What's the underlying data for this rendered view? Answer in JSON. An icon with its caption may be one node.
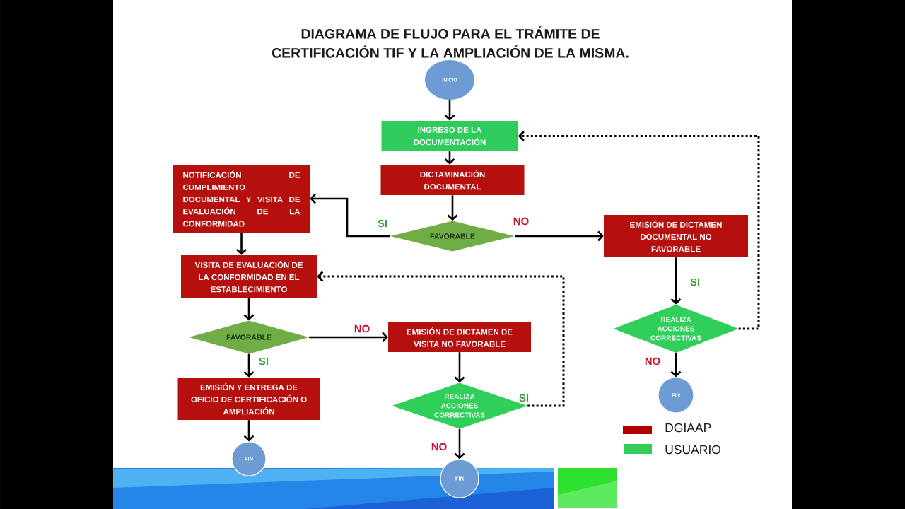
{
  "diagram": {
    "title": "DIAGRAMA DE FLUJO PARA EL TRÁMITE DE CERTIFICACIÓN TIF Y LA AMPLIACIÓN DE LA MISMA.",
    "nodes": [
      {
        "text": [
          "INICIO"
        ]
      },
      {
        "text": [
          "INGRESO DE LA DOCUMENTACIÓN"
        ]
      },
      {
        "text": [
          "DICTAMINACIÓN DOCUMENTAL"
        ]
      },
      {
        "text": [
          "FAVORABLE"
        ]
      },
      {
        "text": [
          "NOTIFICACIÓN DE CUMPLIMIENTO DOCUMENTAL Y VISITA DE EVALUACIÓN DE LA CONFORMIDAD"
        ]
      },
      {
        "text": [
          "EMISIÓN DE DICTAMEN DOCUMENTAL NO FAVORABLE"
        ]
      },
      {
        "text": [
          "VISITA DE EVALUACIÓN DE LA CONFORMIDAD EN EL ESTABLECIMIENTO"
        ]
      },
      {
        "text": [
          "FAVORABLE"
        ]
      },
      {
        "text": [
          "EMISIÓN DE DICTAMEN DE VISITA NO FAVORABLE"
        ]
      },
      {
        "text": [
          "REALIZA ACCIONES CORRECTIVAS"
        ]
      },
      {
        "text": [
          "FIN"
        ]
      },
      {
        "text": [
          "EMISIÓN Y ENTREGA DE OFICIO DE CERTIFICACIÓN O AMPLIACIÓN"
        ]
      },
      {
        "text": [
          "REALIZA ACCIONES CORRECTIVAS"
        ]
      },
      {
        "text": [
          "FIN"
        ]
      },
      {
        "text": [
          "FIN"
        ]
      }
    ],
    "edges": [
      {
        "from": 0,
        "to": 1,
        "arrow": "to"
      },
      {
        "from": 1,
        "to": 2,
        "arrow": "to"
      },
      {
        "from": 2,
        "to": 3,
        "arrow": "to"
      },
      {
        "from": 3,
        "to": 4,
        "arrow": "to",
        "label": "SI"
      },
      {
        "from": 3,
        "to": 5,
        "arrow": "to",
        "label": "NO"
      },
      {
        "from": 4,
        "to": 6,
        "arrow": "to"
      },
      {
        "from": 5,
        "to": 9,
        "arrow": "to",
        "label": "SI"
      },
      {
        "from": 9,
        "to": 1,
        "arrow": "to",
        "style": "dashed"
      },
      {
        "from": 9,
        "to": 10,
        "arrow": "to",
        "label": "NO"
      },
      {
        "from": 6,
        "to": 7,
        "arrow": "to"
      },
      {
        "from": 7,
        "to": 8,
        "arrow": "to",
        "label": "NO"
      },
      {
        "from": 7,
        "to": 11,
        "arrow": "to",
        "label": "SI"
      },
      {
        "from": 8,
        "to": 12,
        "arrow": "to"
      },
      {
        "from": 12,
        "to": 6,
        "arrow": "to",
        "style": "dashed",
        "label": "SI"
      },
      {
        "from": 11,
        "to": 13,
        "arrow": "to"
      },
      {
        "from": 12,
        "to": 14,
        "arrow": "to",
        "label": "NO"
      }
    ],
    "legend": [
      {
        "text": "DGIAAP",
        "color": "#b00000"
      },
      {
        "text": "USUARIO",
        "color": "#33cc55"
      }
    ]
  }
}
